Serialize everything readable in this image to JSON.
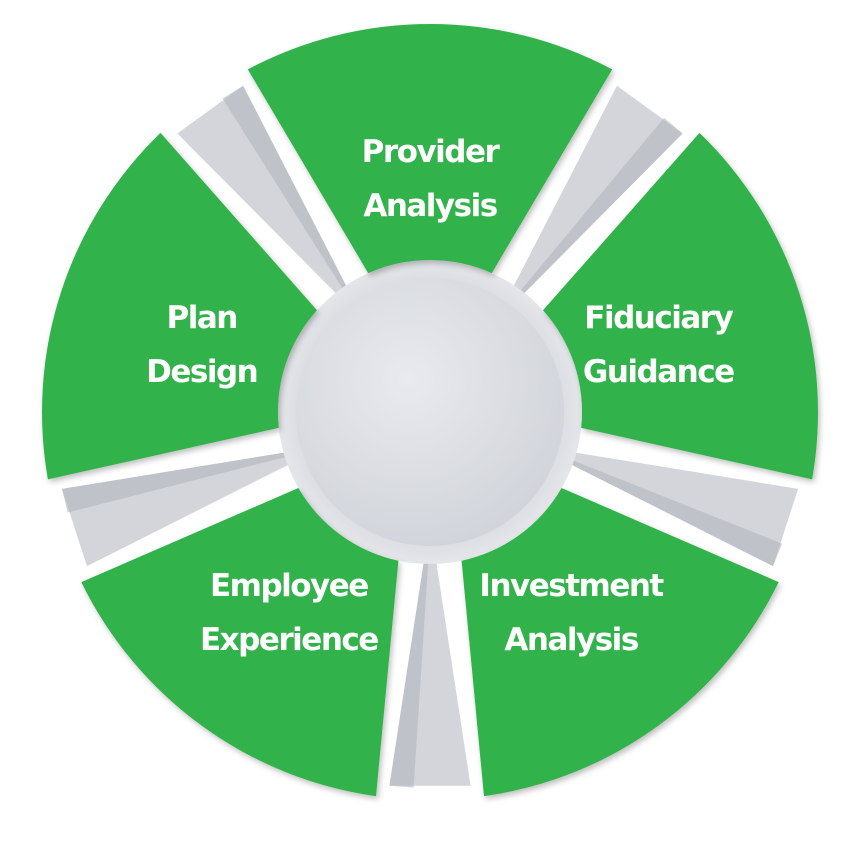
{
  "colors": {
    "segment": "#33b24b",
    "hub": "#dfe1e6",
    "connector": "#d3d5da"
  },
  "segments": [
    {
      "line1": "Provider",
      "line2": "Analysis"
    },
    {
      "line1": "Fiduciary",
      "line2": "Guidance"
    },
    {
      "line1": "Investment",
      "line2": "Analysis"
    },
    {
      "line1": "Employee",
      "line2": "Experience"
    },
    {
      "line1": "Plan",
      "line2": "Design"
    }
  ]
}
